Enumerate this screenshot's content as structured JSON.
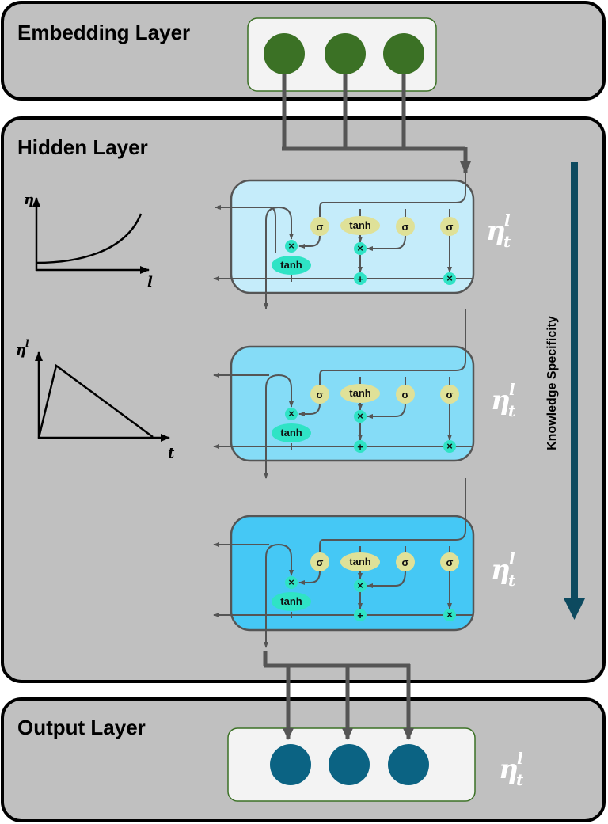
{
  "layers": {
    "embedding": "Embedding Layer",
    "hidden": "Hidden Layer",
    "output": "Output Layer"
  },
  "arrow_label": "Knowledge Specificity",
  "gates": {
    "sigma": "σ",
    "tanh": "tanh",
    "mult": "×",
    "plus": "+"
  },
  "eta_label": {
    "base": "η",
    "sup": "l",
    "sub": "t"
  },
  "plot1": {
    "ylabel": "η",
    "xlabel": "l"
  },
  "plot2": {
    "ylabel": "η",
    "ylabel_sup": "l",
    "xlabel": "t"
  },
  "colors": {
    "panel": "#c0c0c0",
    "embedding_node": "#3b7125",
    "output_node": "#0b6383",
    "cell1": "#c5ecfa",
    "cell2": "#85dcf7",
    "cell3": "#45c8f5",
    "sigma_gate": "#dfe198",
    "op_node": "#2fe3c5",
    "arrow": "#0d4a5f"
  }
}
